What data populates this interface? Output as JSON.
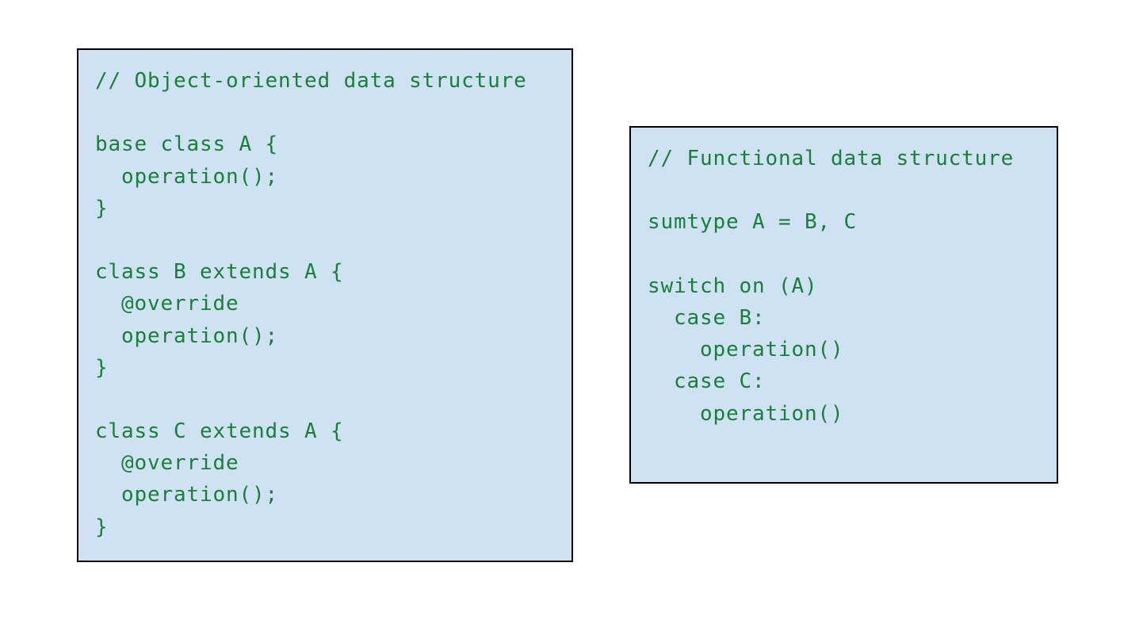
{
  "colors": {
    "text": "#188038",
    "box_fill": "#cfe2f3",
    "box_border": "#000000"
  },
  "oop_box": {
    "lines": [
      "// Object-oriented data structure",
      "",
      "base class A {",
      "  operation();",
      "}",
      "",
      "class B extends A {",
      "  @override",
      "  operation();",
      "}",
      "",
      "class C extends A {",
      "  @override",
      "  operation();",
      "}"
    ]
  },
  "fp_box": {
    "lines": [
      "// Functional data structure",
      "",
      "sumtype A = B, C",
      "",
      "switch on (A)",
      "  case B:",
      "    operation()",
      "  case C:",
      "    operation()"
    ]
  }
}
